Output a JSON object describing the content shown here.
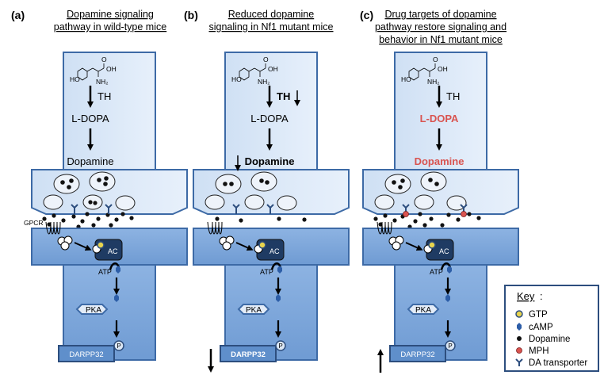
{
  "panels": [
    {
      "letter": "(a)",
      "title_lines": [
        "Dopamine signaling",
        "pathway in wild-type mice"
      ],
      "enzyme": "TH",
      "intermediate": "L-DOPA",
      "product": "Dopamine",
      "receptor_label": "GPCR",
      "ac_label": "AC",
      "atp_label": "ATP",
      "pka_label": "PKA",
      "darpp_label": "DARPP32",
      "phospho_label": "P"
    },
    {
      "letter": "(b)",
      "title_lines": [
        "Reduced dopamine",
        "signaling in Nf1 mutant mice"
      ],
      "enzyme": "TH",
      "intermediate": "L-DOPA",
      "product": "Dopamine",
      "ac_label": "AC",
      "atp_label": "ATP",
      "pka_label": "PKA",
      "darpp_label": "DARPP32",
      "phospho_label": "P"
    },
    {
      "letter": "(c)",
      "title_lines": [
        "Drug targets of dopamine",
        "pathway restore signaling and",
        "behavior in Nf1 mutant mice"
      ],
      "enzyme": "TH",
      "intermediate": "L-DOPA",
      "product": "Dopamine",
      "ac_label": "AC",
      "atp_label": "ATP",
      "pka_label": "PKA",
      "darpp_label": "DARPP32",
      "phospho_label": "P"
    }
  ],
  "molecule_labels": {
    "amine": "NH₂",
    "hydroxyl": "HO",
    "acid": "OH",
    "carbonyl": "O"
  },
  "key": {
    "title": "Key",
    "items": [
      "GTP",
      "cAMP",
      "Dopamine",
      "MPH",
      "DA transporter"
    ]
  },
  "colors": {
    "light_blue": "#d6e6f7",
    "mid_blue": "#9ec1e6",
    "blue": "#7fa8d8",
    "dark_blue": "#2d4e7e",
    "border": "#3d6aa6",
    "highlight_red": "#d9534f",
    "gtp_yellow": "#e8d44d"
  }
}
